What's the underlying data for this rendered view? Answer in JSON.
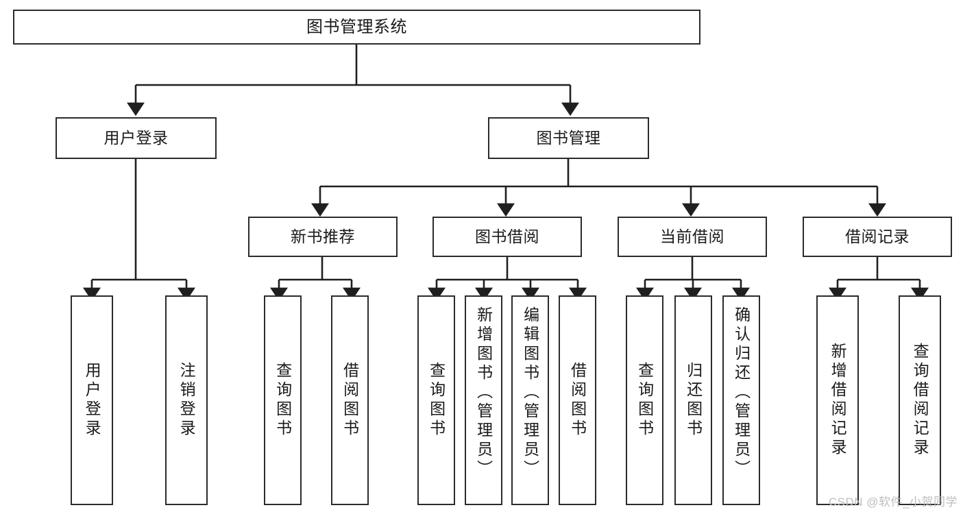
{
  "diagram": {
    "title": "图书管理系统",
    "type": "tree-hierarchy-diagram",
    "colors": {
      "box_border": "#2b2b2b",
      "box_fill": "#ffffff",
      "line": "#1f1f1f",
      "text": "#1a1a1a",
      "watermark": "#bdbdbd"
    },
    "root": {
      "label": "图书管理系统"
    },
    "level2": [
      {
        "label": "用户登录"
      },
      {
        "label": "图书管理"
      }
    ],
    "level3": [
      {
        "label": "新书推荐"
      },
      {
        "label": "图书借阅"
      },
      {
        "label": "当前借阅"
      },
      {
        "label": "借阅记录"
      }
    ],
    "leaves": {
      "user_login": [
        {
          "label": "用户登录"
        },
        {
          "label": "注销登录"
        }
      ],
      "new_book_recommend": [
        {
          "label": "查询图书"
        },
        {
          "label": "借阅图书"
        }
      ],
      "book_borrow": [
        {
          "label": "查询图书"
        },
        {
          "label": "新增图书（管理员）"
        },
        {
          "label": "编辑图书（管理员）"
        },
        {
          "label": "借阅图书"
        }
      ],
      "current_borrow": [
        {
          "label": "查询图书"
        },
        {
          "label": "归还图书"
        },
        {
          "label": "确认归还（管理员）"
        }
      ],
      "borrow_record": [
        {
          "label": "新增借阅记录"
        },
        {
          "label": "查询借阅记录"
        }
      ]
    }
  },
  "watermark": {
    "text": "CSDN @软件_小贺同学"
  }
}
